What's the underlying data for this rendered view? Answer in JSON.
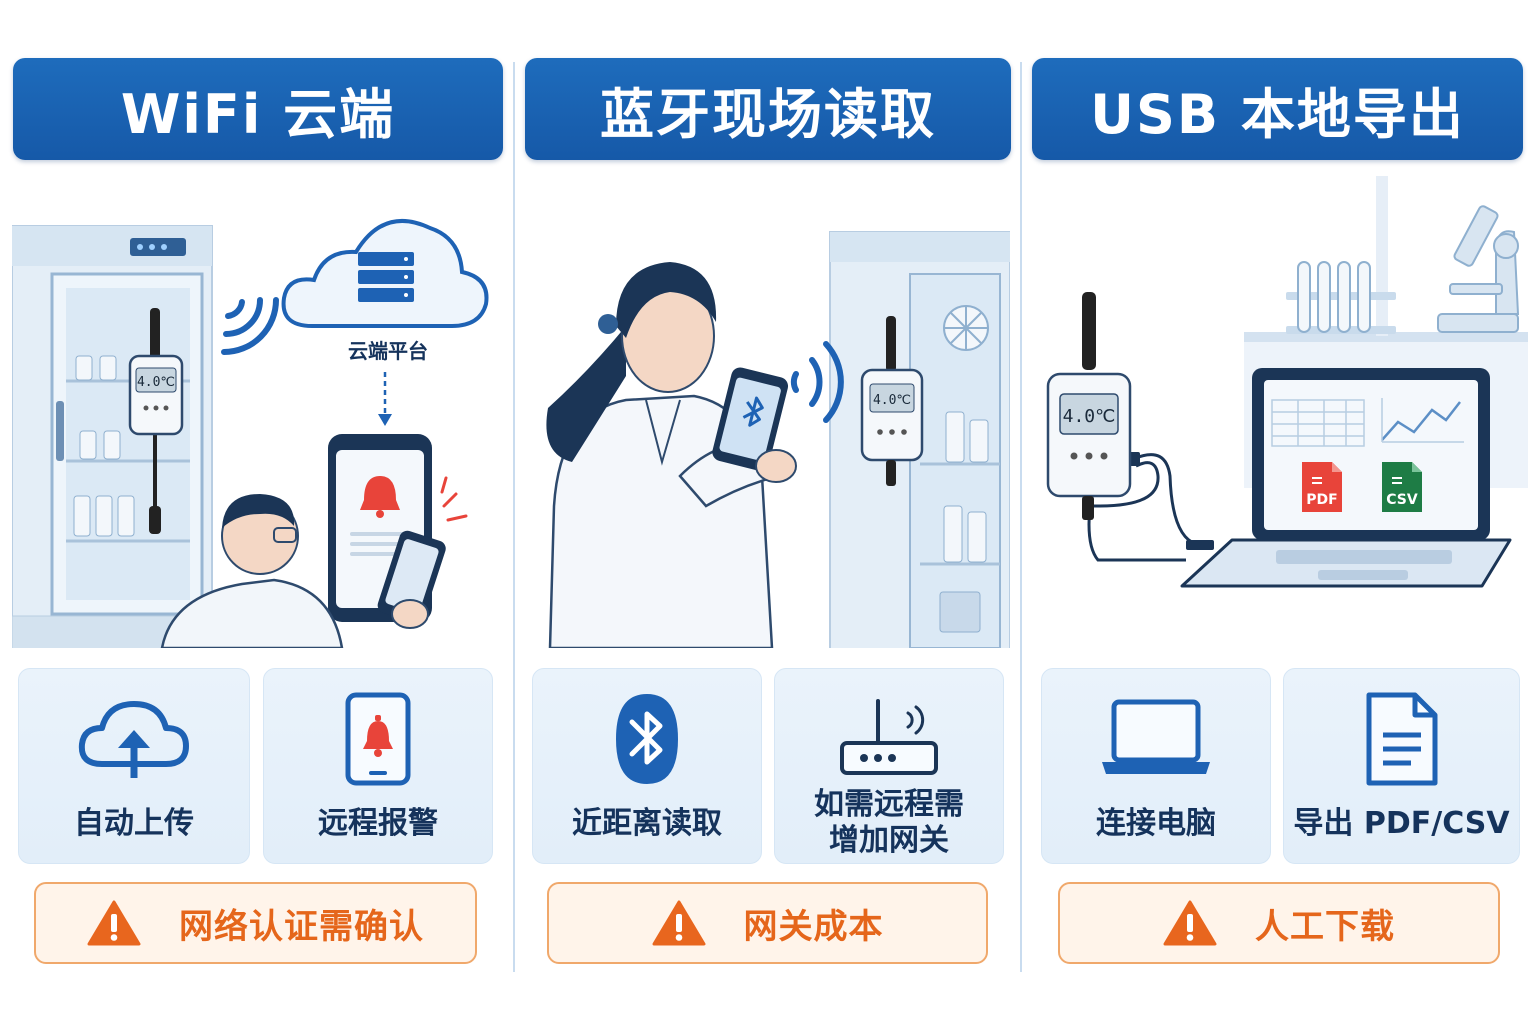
{
  "columns": [
    {
      "title": "WiFi 云端",
      "scene": {
        "device_reading": "4.0℃",
        "cloud_label": "云端平台"
      },
      "features": [
        {
          "icon": "cloud-upload-icon",
          "label": "自动上传"
        },
        {
          "icon": "phone-alarm-icon",
          "label": "远程报警"
        }
      ],
      "warning": "网络认证需确认"
    },
    {
      "title": "蓝牙现场读取",
      "scene": {
        "device_reading": "4.0℃"
      },
      "features": [
        {
          "icon": "bluetooth-icon",
          "label": "近距离读取"
        },
        {
          "icon": "router-icon",
          "label": "如需远程需\n增加网关"
        }
      ],
      "warning": "网关成本"
    },
    {
      "title": "USB 本地导出",
      "scene": {
        "device_reading": "4.0℃",
        "file_pdf": "PDF",
        "file_csv": "CSV"
      },
      "features": [
        {
          "icon": "laptop-icon",
          "label": "连接电脑"
        },
        {
          "icon": "document-icon",
          "label": "导出 PDF/CSV"
        }
      ],
      "warning": "人工下载"
    }
  ],
  "colors": {
    "header": "#1a63b3",
    "warning_text": "#e5661b",
    "warning_border": "#f0a86b",
    "alert_red": "#e8443a",
    "csv_green": "#1e7c45"
  }
}
